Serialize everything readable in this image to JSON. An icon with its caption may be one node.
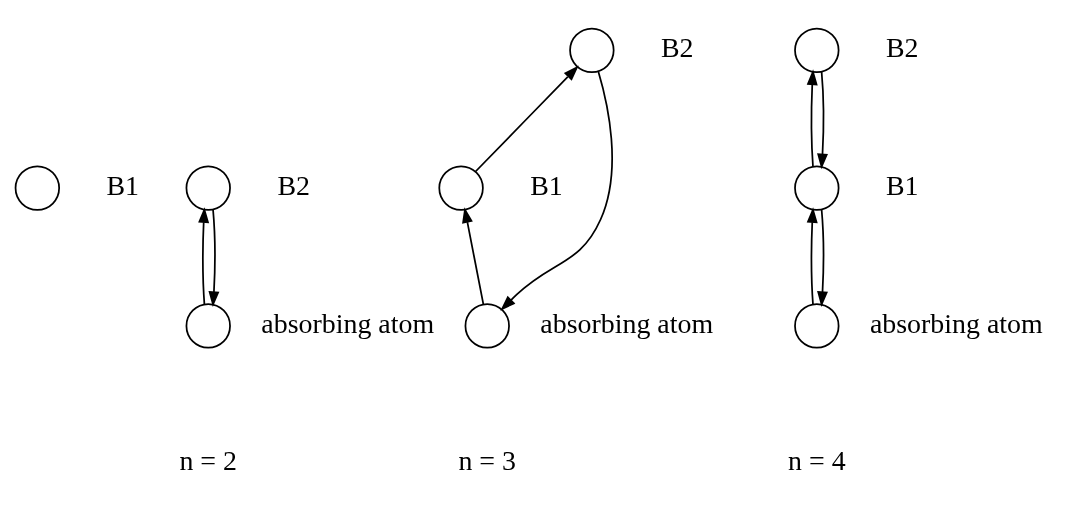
{
  "diagram": {
    "nodes": [
      {
        "text": [],
        "shape": "circle",
        "beside": [
          "absorbing atom"
        ]
      },
      {
        "text": [],
        "shape": "circle",
        "beside": [
          "B1"
        ]
      },
      {
        "text": [],
        "shape": "circle",
        "beside": [
          "B2"
        ]
      },
      {
        "text": [],
        "shape": "circle",
        "beside": [
          "absorbing atom"
        ]
      },
      {
        "text": [],
        "shape": "circle",
        "beside": [
          "B1"
        ]
      },
      {
        "text": [],
        "shape": "circle",
        "beside": [
          "B2"
        ]
      },
      {
        "text": [],
        "shape": "circle",
        "beside": [
          "absorbing atom"
        ]
      },
      {
        "text": [],
        "shape": "circle",
        "beside": [
          "B1"
        ]
      },
      {
        "text": [],
        "shape": "circle",
        "beside": [
          "B2"
        ]
      }
    ],
    "edges": [
      {
        "from": 0,
        "to": 2,
        "arrow": "to"
      },
      {
        "from": 2,
        "to": 0,
        "arrow": "to"
      },
      {
        "from": 3,
        "to": 4,
        "arrow": "to"
      },
      {
        "from": 4,
        "to": 5,
        "arrow": "to"
      },
      {
        "from": 5,
        "to": 3,
        "arrow": "to"
      },
      {
        "from": 6,
        "to": 7,
        "arrow": "to"
      },
      {
        "from": 7,
        "to": 8,
        "arrow": "to"
      },
      {
        "from": 8,
        "to": 7,
        "arrow": "to"
      },
      {
        "from": 7,
        "to": 6,
        "arrow": "to"
      }
    ],
    "labels": [
      "n = 2",
      "n = 3",
      "n = 4"
    ]
  }
}
